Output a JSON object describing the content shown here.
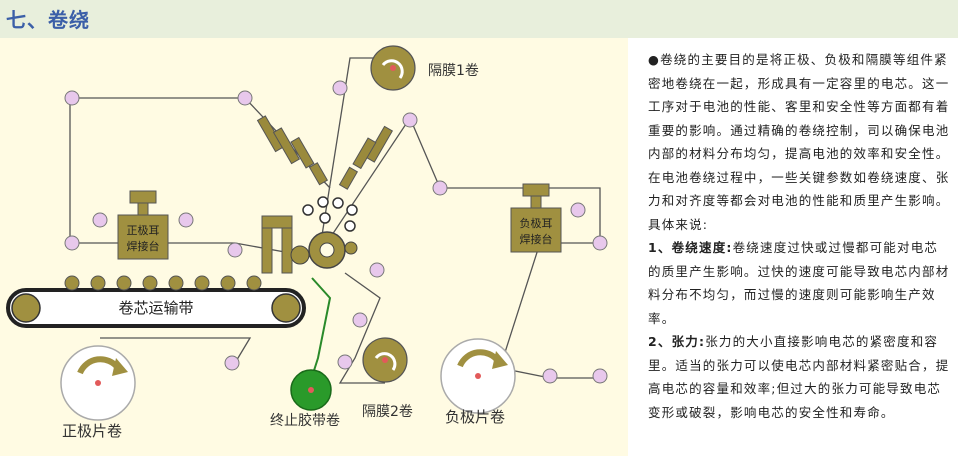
{
  "header": {
    "title": "七、卷绕"
  },
  "diagram": {
    "labels": {
      "separator_roll_1": "隔膜1卷",
      "separator_roll_2": "隔膜2卷",
      "positive_tab_welder": "正极耳\n焊接台",
      "negative_tab_welder": "负极耳\n焊接台",
      "conveyor": "卷芯运输带",
      "positive_roll": "正极片卷",
      "negative_roll": "负极片卷",
      "tape_roll": "终止胶带卷"
    }
  },
  "text": {
    "intro": "●卷绕的主要目的是将正极、负极和隔膜等组件紧密地卷绕在一起，形成具有一定容里的电芯。这一工序对于电池的性能、客里和安全性等方面都有着重要的影响。通过精确的卷绕控制，司以确保电池内部的材料分布均匀，提高电池的效率和安全性。在电池卷绕过程中，一些关键参数如卷绕速度、张力和对齐度等都会对电池的性能和质里产生影响。具体来说:",
    "item1_label": "1、卷绕速度:",
    "item1_text": "卷绕速度过快或过慢都可能对电芯的质里产生影响。过快的速度可能导致电芯内部材料分布不均匀，而过慢的速度则可能影响生产效率。",
    "item2_label": "2、张力:",
    "item2_text": "张力的大小直接影响电芯的紧密度和容里。适当的张力可以使电芯内部材料紧密贴合，提高电芯的容量和效率;但过大的张力可能导致电芯变形或破裂，影响电芯的安全性和寿命。"
  }
}
